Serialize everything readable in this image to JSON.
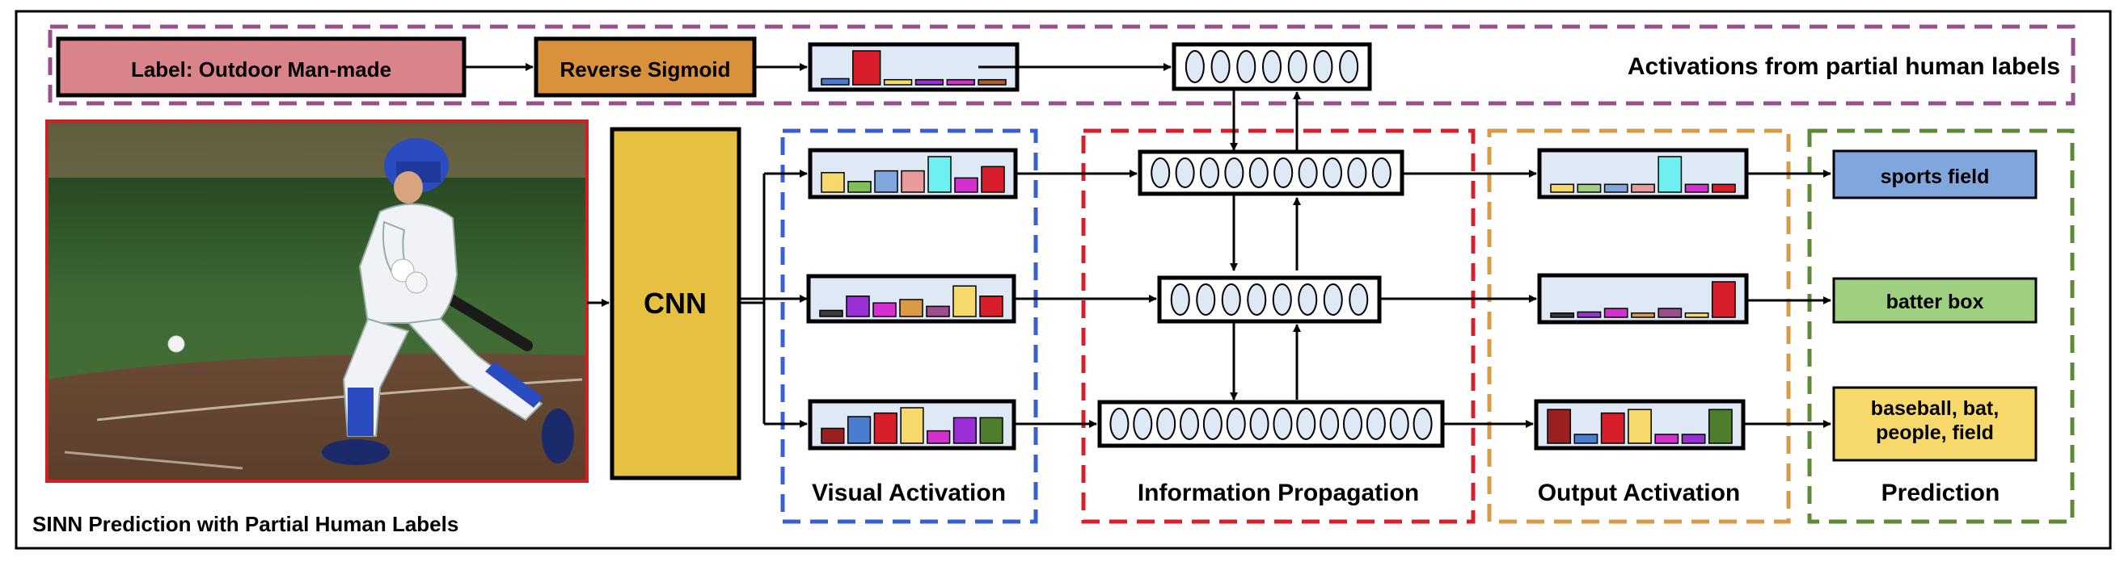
{
  "label_box": {
    "text": "Label: Outdoor Man-made",
    "color": "#d9848a"
  },
  "reverse_sigmoid": {
    "text": "Reverse Sigmoid",
    "color": "#d9913c"
  },
  "activations_title": "Activations from partial human labels",
  "cnn": {
    "text": "CNN",
    "color": "#e6c040"
  },
  "sections": {
    "visual": "Visual Activation",
    "propagation": "Information Propagation",
    "output": "Output Activation",
    "prediction": "Prediction"
  },
  "caption": "SINN Prediction with Partial Human Labels",
  "predictions": [
    {
      "text": "sports field",
      "color": "#7fa7dd"
    },
    {
      "text": "batter box",
      "color": "#9fcf80"
    },
    {
      "text": "baseball, bat,\npeople, field",
      "color": "#f7d96b"
    }
  ],
  "colors": {
    "purple_dash": "#9a4f8c",
    "blue_dash": "#3a5fd0",
    "red_dash": "#d81e2a",
    "orange_dash": "#d99a47",
    "green_dash": "#5d8a35",
    "panel_fill": "#dfe8f5",
    "node_fill": "#dfe8f5",
    "photo_border": "#d22020"
  },
  "icons": {
    "input_photo": "baseball-batter-photo"
  },
  "histograms": {
    "partial_label": [
      {
        "h": 0.18,
        "c": "#4a7dd0"
      },
      {
        "h": 1.0,
        "c": "#d81e2a"
      },
      {
        "h": 0.15,
        "c": "#f7d96b"
      },
      {
        "h": 0.15,
        "c": "#9b2fd6"
      },
      {
        "h": 0.15,
        "c": "#d62fd0"
      },
      {
        "h": 0.15,
        "c": "#b25a2a"
      }
    ],
    "visual_top": [
      {
        "h": 0.55,
        "c": "#f7d96b"
      },
      {
        "h": 0.3,
        "c": "#7fc05a"
      },
      {
        "h": 0.6,
        "c": "#7fa7dd"
      },
      {
        "h": 0.6,
        "c": "#e99a9a"
      },
      {
        "h": 1.0,
        "c": "#6ef0f0"
      },
      {
        "h": 0.4,
        "c": "#d62fd0"
      },
      {
        "h": 0.72,
        "c": "#d81e2a"
      }
    ],
    "visual_mid": [
      {
        "h": 0.18,
        "c": "#3a3a3a"
      },
      {
        "h": 0.6,
        "c": "#9b2fd6"
      },
      {
        "h": 0.4,
        "c": "#d62fd0"
      },
      {
        "h": 0.5,
        "c": "#d99a47"
      },
      {
        "h": 0.3,
        "c": "#9a4f8c"
      },
      {
        "h": 0.9,
        "c": "#f7d96b"
      },
      {
        "h": 0.6,
        "c": "#d81e2a"
      }
    ],
    "visual_bot": [
      {
        "h": 0.42,
        "c": "#9a2020"
      },
      {
        "h": 0.75,
        "c": "#4a7dd0"
      },
      {
        "h": 0.85,
        "c": "#d81e2a"
      },
      {
        "h": 1.0,
        "c": "#f7d96b"
      },
      {
        "h": 0.35,
        "c": "#d62fd0"
      },
      {
        "h": 0.72,
        "c": "#9b2fd6"
      },
      {
        "h": 0.72,
        "c": "#4e7d2e"
      }
    ],
    "output_top": [
      {
        "h": 0.22,
        "c": "#f7d96b"
      },
      {
        "h": 0.22,
        "c": "#9fcf80"
      },
      {
        "h": 0.22,
        "c": "#7fa7dd"
      },
      {
        "h": 0.22,
        "c": "#e99a9a"
      },
      {
        "h": 1.0,
        "c": "#6ef0f0"
      },
      {
        "h": 0.22,
        "c": "#d62fd0"
      },
      {
        "h": 0.22,
        "c": "#d81e2a"
      }
    ],
    "output_mid": [
      {
        "h": 0.12,
        "c": "#3a3a3a"
      },
      {
        "h": 0.15,
        "c": "#9b2fd6"
      },
      {
        "h": 0.25,
        "c": "#d62fd0"
      },
      {
        "h": 0.12,
        "c": "#d99a47"
      },
      {
        "h": 0.25,
        "c": "#9a4f8c"
      },
      {
        "h": 0.12,
        "c": "#f7d96b"
      },
      {
        "h": 1.0,
        "c": "#d81e2a"
      }
    ],
    "output_bot": [
      {
        "h": 0.95,
        "c": "#9a2020"
      },
      {
        "h": 0.25,
        "c": "#4a7dd0"
      },
      {
        "h": 0.85,
        "c": "#d81e2a"
      },
      {
        "h": 0.95,
        "c": "#f7d96b"
      },
      {
        "h": 0.25,
        "c": "#d62fd0"
      },
      {
        "h": 0.25,
        "c": "#9b2fd6"
      },
      {
        "h": 0.95,
        "c": "#4e7d2e"
      }
    ]
  }
}
